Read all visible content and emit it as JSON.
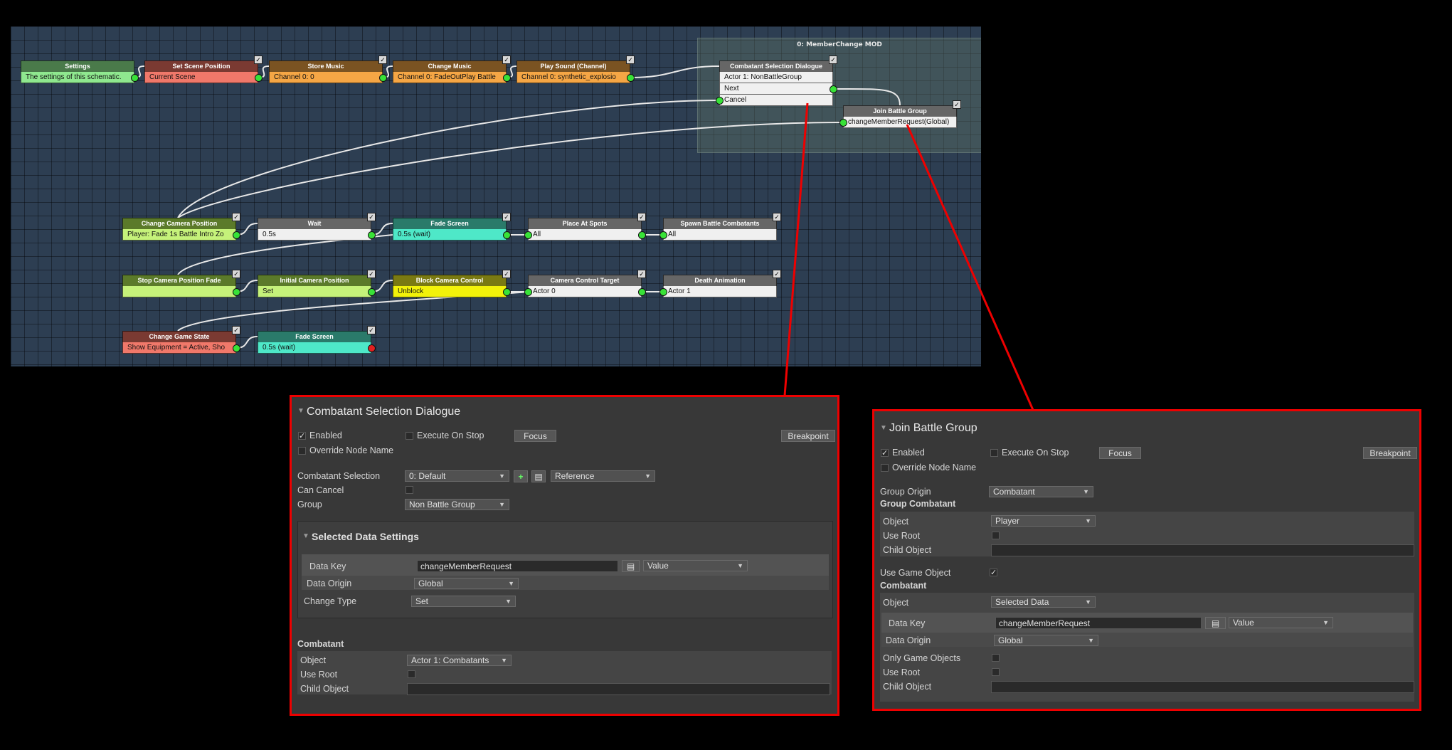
{
  "graph": {
    "group_title": "0: MemberChange MOD",
    "nodes": [
      {
        "id": "settings",
        "title": "Settings",
        "value": "The settings of this schematic.",
        "hdr": "#4a7a4a",
        "body": "#8fe88f"
      },
      {
        "id": "set_scene_position",
        "title": "Set Scene Position",
        "value": "Current Scene",
        "hdr": "#7a3a32",
        "body": "#f0786a"
      },
      {
        "id": "store_music",
        "title": "Store Music",
        "value": "Channel 0: 0",
        "hdr": "#7a5322",
        "body": "#f5a645"
      },
      {
        "id": "change_music",
        "title": "Change Music",
        "value": "Channel 0: FadeOutPlay Battle",
        "hdr": "#7a5322",
        "body": "#f5a645"
      },
      {
        "id": "play_sound",
        "title": "Play Sound (Channel)",
        "value": "Channel 0: synthetic_explosio",
        "hdr": "#7a5322",
        "body": "#f5a645"
      },
      {
        "id": "combatant_selection",
        "title": "Combatant Selection Dialogue",
        "rows": [
          "Actor 1: NonBattleGroup",
          "Next",
          "Cancel"
        ],
        "hdr": "#666",
        "body": "#f0f0f0"
      },
      {
        "id": "join_battle_group",
        "title": "Join Battle Group",
        "value": "changeMemberRequest(Global)",
        "hdr": "#666",
        "body": "#f0f0f0"
      },
      {
        "id": "change_camera_position",
        "title": "Change Camera Position",
        "value": "Player: Fade 1s Battle Intro Zo",
        "hdr": "#5b7a2a",
        "body": "#c5f27a"
      },
      {
        "id": "wait",
        "title": "Wait",
        "value": "0.5s",
        "hdr": "#666",
        "body": "#f0f0f0"
      },
      {
        "id": "fade_screen_1",
        "title": "Fade Screen",
        "value": "0.5s (wait)",
        "hdr": "#2a7a6a",
        "body": "#4ee8c8"
      },
      {
        "id": "place_at_spots",
        "title": "Place At Spots",
        "value": "All",
        "hdr": "#666",
        "body": "#f0f0f0"
      },
      {
        "id": "spawn_battle_combatants",
        "title": "Spawn Battle Combatants",
        "value": "All",
        "hdr": "#666",
        "body": "#f0f0f0"
      },
      {
        "id": "stop_camera_position_fade",
        "title": "Stop Camera Position Fade",
        "value": "",
        "hdr": "#5b7a2a",
        "body": "#c5f27a"
      },
      {
        "id": "initial_camera_position",
        "title": "Initial Camera Position",
        "value": "Set",
        "hdr": "#5b7a2a",
        "body": "#c5f27a"
      },
      {
        "id": "block_camera_control",
        "title": "Block Camera Control",
        "value": "Unblock",
        "hdr": "#7a7a12",
        "body": "#f2f20a"
      },
      {
        "id": "camera_control_target",
        "title": "Camera Control Target",
        "value": "Actor 0",
        "hdr": "#666",
        "body": "#f0f0f0"
      },
      {
        "id": "death_animation",
        "title": "Death Animation",
        "value": "Actor 1",
        "hdr": "#666",
        "body": "#f0f0f0"
      },
      {
        "id": "change_game_state",
        "title": "Change Game State",
        "value": "Show Equipment = Active, Sho",
        "hdr": "#7a3a32",
        "body": "#f0786a"
      },
      {
        "id": "fade_screen_2",
        "title": "Fade Screen",
        "value": "0.5s (wait)",
        "hdr": "#2a7a6a",
        "body": "#4ee8c8"
      }
    ]
  },
  "panel_left": {
    "title": "Combatant Selection Dialogue",
    "enabled_label": "Enabled",
    "execute_on_stop_label": "Execute On Stop",
    "focus_label": "Focus",
    "breakpoint_label": "Breakpoint",
    "override_label": "Override Node Name",
    "combatant_selection_label": "Combatant Selection",
    "combatant_selection_value": "0: Default",
    "reference_value": "Reference",
    "can_cancel_label": "Can Cancel",
    "group_label": "Group",
    "group_value": "Non Battle Group",
    "selected_data_title": "Selected Data Settings",
    "data_key_label": "Data Key",
    "data_key_value": "changeMemberRequest",
    "data_key_type": "Value",
    "data_origin_label": "Data Origin",
    "data_origin_value": "Global",
    "change_type_label": "Change Type",
    "change_type_value": "Set",
    "combatant_header": "Combatant",
    "object_label": "Object",
    "object_value": "Actor 1: Combatants",
    "use_root_label": "Use Root",
    "child_object_label": "Child Object"
  },
  "panel_right": {
    "title": "Join Battle Group",
    "enabled_label": "Enabled",
    "execute_on_stop_label": "Execute On Stop",
    "focus_label": "Focus",
    "breakpoint_label": "Breakpoint",
    "override_label": "Override Node Name",
    "group_origin_label": "Group Origin",
    "group_origin_value": "Combatant",
    "group_combatant_header": "Group Combatant",
    "object_label": "Object",
    "object_value": "Player",
    "use_root_label": "Use Root",
    "child_object_label": "Child Object",
    "use_game_object_label": "Use Game Object",
    "combatant_header": "Combatant",
    "object2_value": "Selected Data",
    "data_key_label": "Data Key",
    "data_key_value": "changeMemberRequest",
    "data_key_type": "Value",
    "data_origin_label": "Data Origin",
    "data_origin_value": "Global",
    "only_game_objects_label": "Only Game Objects"
  }
}
